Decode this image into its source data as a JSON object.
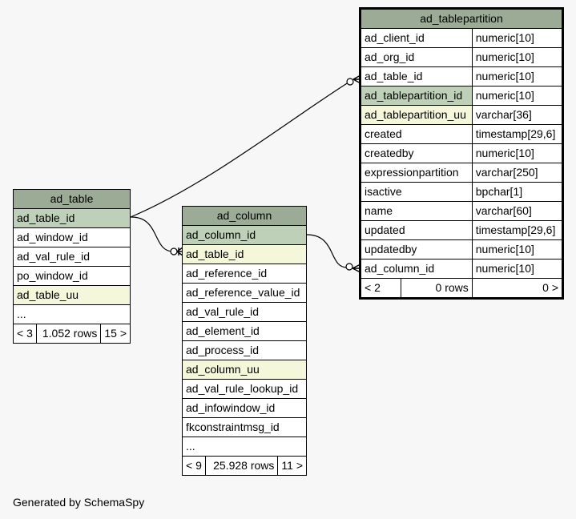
{
  "footer_text": "Generated by SchemaSpy",
  "ad_table": {
    "name": "ad_table",
    "rows": [
      {
        "col": "ad_table_id",
        "kind": "pk"
      },
      {
        "col": "ad_window_id",
        "kind": ""
      },
      {
        "col": "ad_val_rule_id",
        "kind": ""
      },
      {
        "col": "po_window_id",
        "kind": ""
      },
      {
        "col": "ad_table_uu",
        "kind": "uk"
      },
      {
        "col": "...",
        "kind": ""
      }
    ],
    "nav": {
      "prev": "< 3",
      "rows": "1.052 rows",
      "next": "15 >"
    }
  },
  "ad_column": {
    "name": "ad_column",
    "rows": [
      {
        "col": "ad_column_id",
        "kind": "pk"
      },
      {
        "col": "ad_table_id",
        "kind": "uk"
      },
      {
        "col": "ad_reference_id",
        "kind": ""
      },
      {
        "col": "ad_reference_value_id",
        "kind": ""
      },
      {
        "col": "ad_val_rule_id",
        "kind": ""
      },
      {
        "col": "ad_element_id",
        "kind": ""
      },
      {
        "col": "ad_process_id",
        "kind": ""
      },
      {
        "col": "ad_column_uu",
        "kind": "uk"
      },
      {
        "col": "ad_val_rule_lookup_id",
        "kind": ""
      },
      {
        "col": "ad_infowindow_id",
        "kind": ""
      },
      {
        "col": "fkconstraintmsg_id",
        "kind": ""
      },
      {
        "col": "...",
        "kind": ""
      }
    ],
    "nav": {
      "prev": "< 9",
      "rows": "25.928 rows",
      "next": "11 >"
    }
  },
  "ad_tablepartition": {
    "name": "ad_tablepartition",
    "rows": [
      {
        "col": "ad_client_id",
        "type": "numeric[10]",
        "kind": ""
      },
      {
        "col": "ad_org_id",
        "type": "numeric[10]",
        "kind": ""
      },
      {
        "col": "ad_table_id",
        "type": "numeric[10]",
        "kind": ""
      },
      {
        "col": "ad_tablepartition_id",
        "type": "numeric[10]",
        "kind": "pk"
      },
      {
        "col": "ad_tablepartition_uu",
        "type": "varchar[36]",
        "kind": "uk"
      },
      {
        "col": "created",
        "type": "timestamp[29,6]",
        "kind": ""
      },
      {
        "col": "createdby",
        "type": "numeric[10]",
        "kind": ""
      },
      {
        "col": "expressionpartition",
        "type": "varchar[250]",
        "kind": ""
      },
      {
        "col": "isactive",
        "type": "bpchar[1]",
        "kind": ""
      },
      {
        "col": "name",
        "type": "varchar[60]",
        "kind": ""
      },
      {
        "col": "updated",
        "type": "timestamp[29,6]",
        "kind": ""
      },
      {
        "col": "updatedby",
        "type": "numeric[10]",
        "kind": ""
      },
      {
        "col": "ad_column_id",
        "type": "numeric[10]",
        "kind": ""
      }
    ],
    "nav": {
      "prev": "< 2",
      "rows": "0 rows",
      "next": "0 >"
    }
  }
}
